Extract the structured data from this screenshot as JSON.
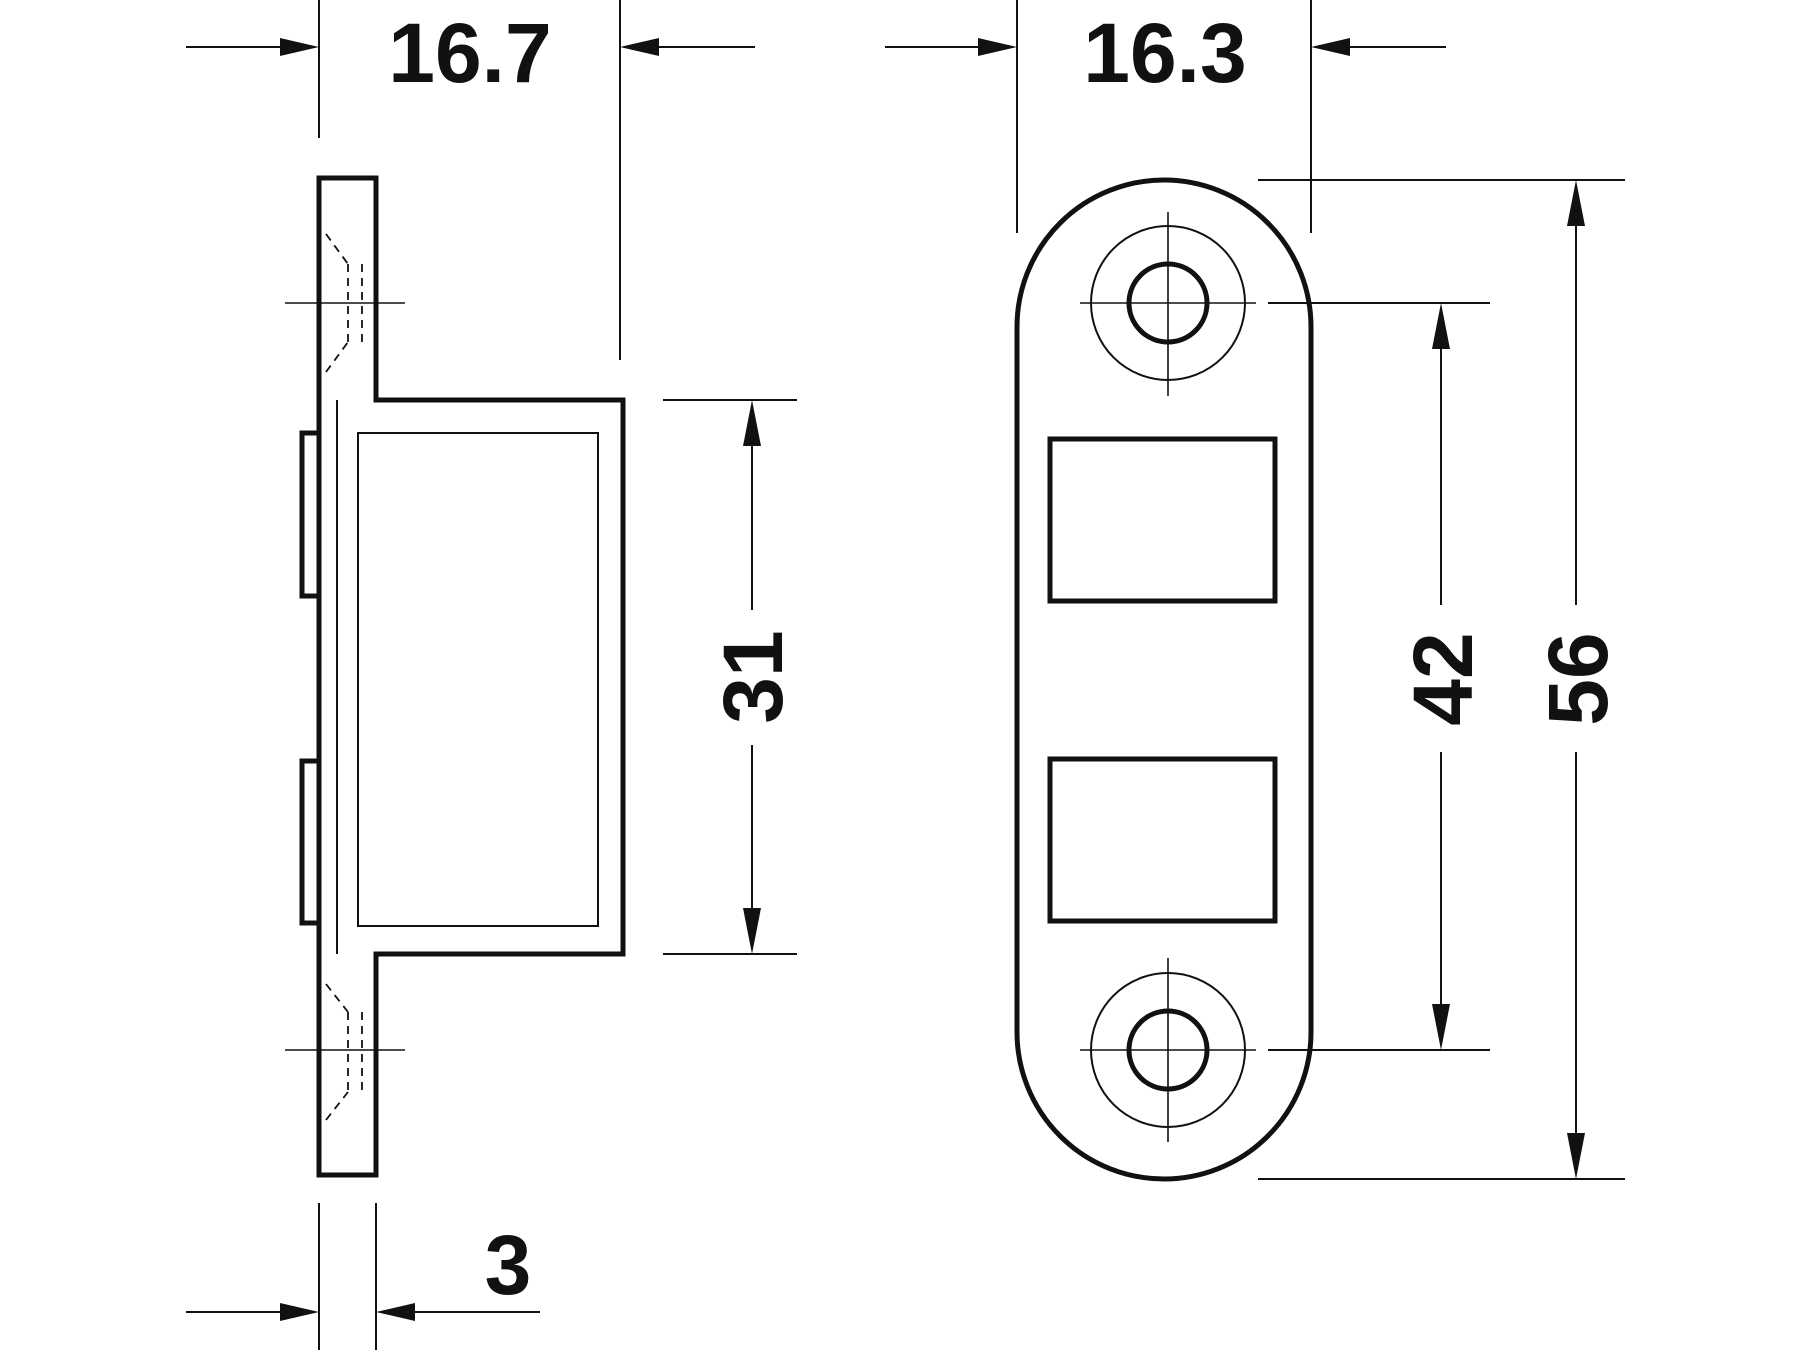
{
  "dimensions": {
    "side_width": "16.7",
    "front_width": "16.3",
    "magnet_height": "31",
    "hole_spacing": "42",
    "overall_length": "56",
    "plate_thickness": "3"
  },
  "colors": {
    "line": "#111111",
    "background": "#ffffff"
  }
}
